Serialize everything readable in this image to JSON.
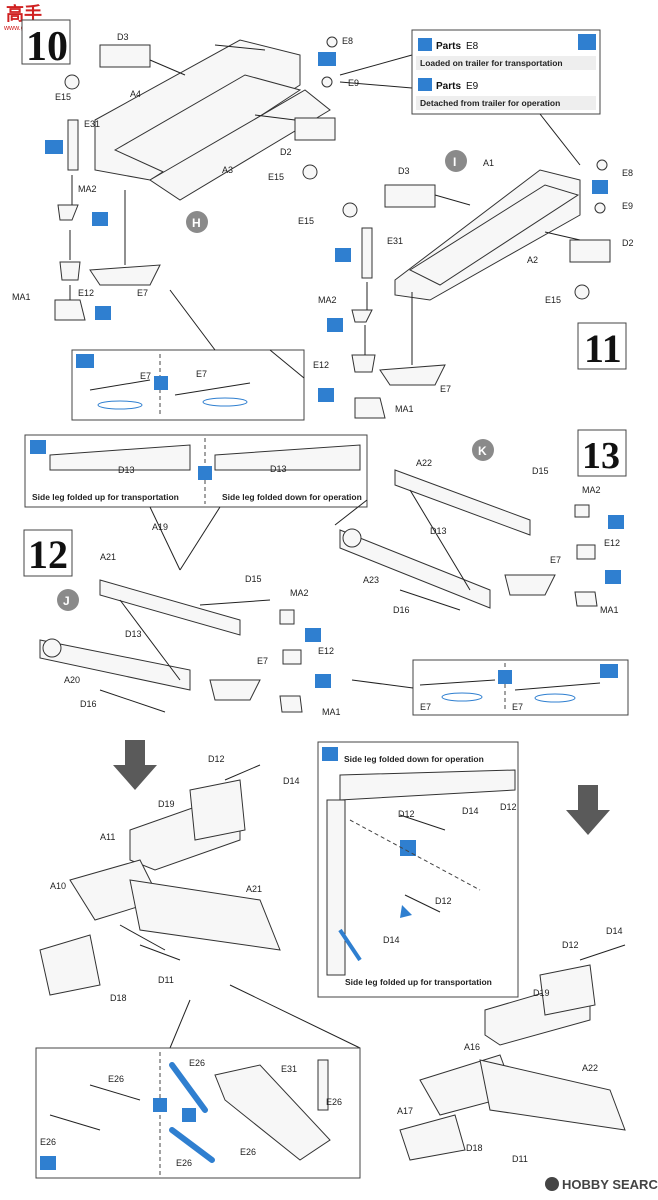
{
  "logo": {
    "top": "高手",
    "bottom": "www.gaoshou.cc"
  },
  "watermark": "HOBBY SEARCH",
  "steps": [
    {
      "number": "10",
      "label": "D3"
    },
    {
      "number": "11"
    },
    {
      "number": "12"
    },
    {
      "number": "13"
    }
  ],
  "sub_markers": [
    "H",
    "I",
    "J",
    "K"
  ],
  "legend": {
    "parts_label": "Parts",
    "e8": "E8",
    "e8_note": "Loaded on trailer for transportation",
    "e9": "E9",
    "e9_note": "Detached from trailer for operation"
  },
  "notes": {
    "side_up": "Side leg folded up for transportation",
    "side_down": "Side leg folded down for operation",
    "side_down_2": "Side leg folded down for operation",
    "side_up_2": "Side leg folded up for transportation"
  },
  "part_labels": {
    "s10": [
      "D3",
      "E8",
      "E9",
      "A4",
      "E15",
      "A3",
      "E31",
      "D2",
      "E15",
      "MA2",
      "E12",
      "MA1",
      "E7",
      "E7",
      "E7"
    ],
    "s11": [
      "D3",
      "A1",
      "E8",
      "E9",
      "E15",
      "D2",
      "A2",
      "E31",
      "MA2",
      "E15",
      "E12",
      "E7",
      "MA1"
    ],
    "s12": [
      "D13",
      "D13",
      "A19",
      "A21",
      "D15",
      "MA2",
      "D13",
      "E12",
      "A20",
      "E7",
      "D16",
      "MA1"
    ],
    "s13": [
      "A22",
      "D15",
      "MA2",
      "D13",
      "E12",
      "A23",
      "E7",
      "D16",
      "MA1",
      "E7",
      "E7"
    ],
    "bottom_left": [
      "D12",
      "D14",
      "D19",
      "A11",
      "A10",
      "A21",
      "D11",
      "D18",
      "E26",
      "E26",
      "E31",
      "E26",
      "E26",
      "E26",
      "E26"
    ],
    "bottom_mid": [
      "D12",
      "D14",
      "D12",
      "D12",
      "D14"
    ],
    "bottom_right": [
      "D14",
      "D12",
      "D19",
      "A16",
      "A22",
      "A17",
      "D18",
      "D11"
    ]
  }
}
